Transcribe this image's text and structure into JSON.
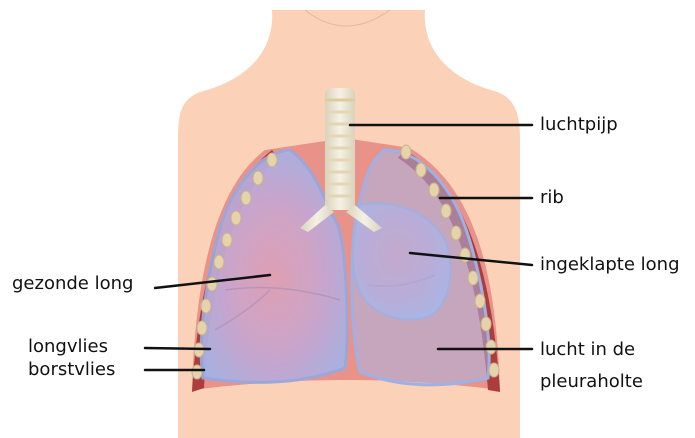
{
  "labels": {
    "luchtpijp": "luchtpijp",
    "rib": "rib",
    "ingeklapte_long": "ingeklapte long",
    "gezonde_long": "gezonde long",
    "longvlies": "longvlies",
    "borstvlies": "borstvlies",
    "lucht_line1": "lucht in de",
    "lucht_line2": "pleuraholte"
  },
  "colors": {
    "background": "#ffffff",
    "skin": "#fbd2b8",
    "chest_cavity": "#e58f86",
    "pleural_space": "#ad3a3a",
    "rib": "#e6d3ab",
    "rib_edge": "#c8b48c",
    "trachea": "#efe8d6",
    "lung_blue": "#a3b2e3",
    "lung_pink": "#e3a1b6",
    "leader_line": "#111111"
  }
}
